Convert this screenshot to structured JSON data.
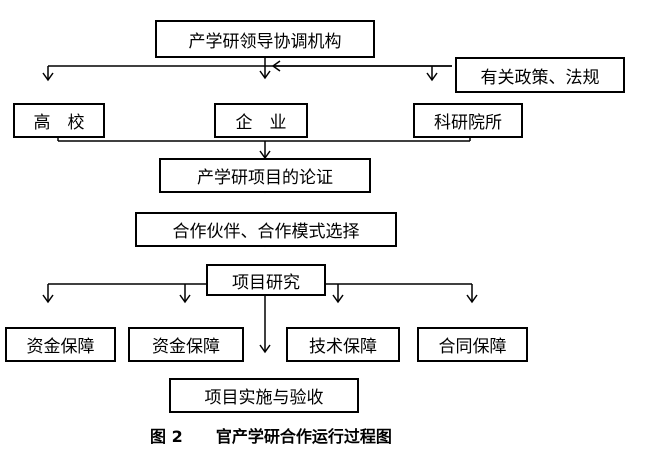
{
  "nodes": {
    "coordination": "产学研领导协调机构",
    "policies": "有关政策、法规",
    "universities": "高　校",
    "enterprises": "企　业",
    "institutes": "科研院所",
    "demonstration": "产学研项目的论证",
    "partner_selection": "合作伙伴、合作模式选择",
    "research": "项目研究",
    "funding_a": "资金保障",
    "funding_b": "资金保障",
    "tech": "技术保障",
    "contract": "合同保障",
    "implementation": "项目实施与验收"
  },
  "caption": {
    "figure_no": "图 2",
    "title": "官产学研合作运行过程图"
  }
}
